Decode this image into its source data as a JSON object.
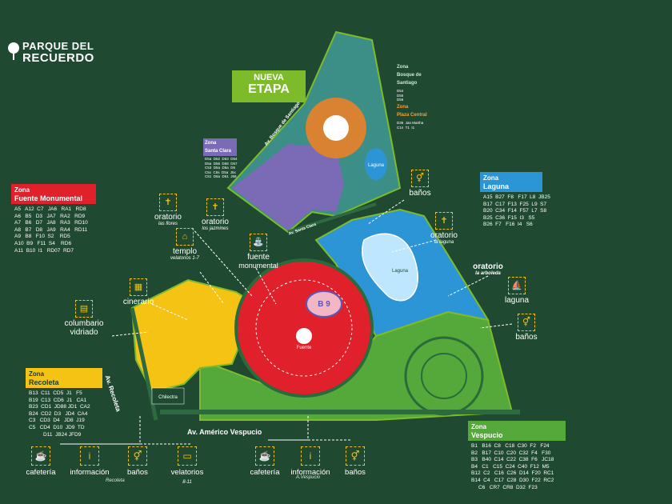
{
  "brand": {
    "line1": "PARQUE DEL",
    "line2": "RECUERDO"
  },
  "nueva_etapa": {
    "line1": "NUEVA",
    "line2": "ETAPA"
  },
  "colors": {
    "background": "#1f4a31",
    "fuente": "#e0202a",
    "recoleta": "#f5c313",
    "laguna": "#2c95d6",
    "vespucio": "#55a83a",
    "bosque": "#3c8f86",
    "central": "#d98231",
    "clara": "#7b6ab6"
  },
  "zones": {
    "fuente": {
      "title_prefix": "Zona",
      "title": "Fuente Monumental",
      "list": "A5   A12  C7   JA6   RA1   RD8\nA6   B5   D3   JA7   RA2   RD9\nA7   B6   D7   JA8   RA3   RD10\nA8   B7   D8   JA9   RA4   RD11\nA9   B8   F10  S2    RD5\nA10  B9   F11  S4    RD6\nA11  B10  I1   RD07  RD7"
    },
    "recoleta": {
      "title_prefix": "Zona",
      "title": "Recoleta",
      "list": "B13  C11  CD5  J1   F5\nB19  C13  CD6  J1   CA1\nB23  CD1  JD88 JD1  CA2\nB24  CD2  D3   JD4  CA4\nC3   CD3  D4   JD8  J19\nC5   CD4  D10  JD9  TD\n          D11  JB24 JFD9"
    },
    "laguna": {
      "title_prefix": "Zona",
      "title": "Laguna",
      "list": "A15  B27  F8   F17  L8  JB25\nB17  C17  F13  F25  L9  S7\nB20  C34  F14  F57  L7  S8\nB25  C36  F15  I3   S5\nB26  F7   F16  I4   S6"
    },
    "vespucio": {
      "title_prefix": "Zona",
      "title": "Vespucio",
      "list": "B1   B16  C8   C18  C30  F2   F24\nB2   B17  C10  C20  C32  F4   F30\nB3   B40  C14  C22  C38  F6   JC18\nB4   C1   C15  C24  C40  F12  M5\nB12  C2   C16  C26  D14  F20  RC1\nB14  C4   C17  C28  D30  F22  RC2\n     C6   CR7  CR8  D32  F23"
    },
    "bosque": {
      "title_prefix": "Zona",
      "title": "Bosque de Santiago",
      "list": "D54\nD55\nD56"
    },
    "central": {
      "title_prefix": "Zona",
      "title": "Plaza Central",
      "list": "D36  Jan Martha\nC1n  T1  I1"
    },
    "clara": {
      "title_prefix": "Zona",
      "title": "Santa Clara",
      "list": "D5a  D52  D53  D54\nD5a  D56  D58  D57\nC53  D5a  D5a  D5\nC5x  C5s  D5a  J5x\nC51  D5a  D51  J58"
    }
  },
  "pois": {
    "banos_top": "baños",
    "oratorio_laguna": "oratorio",
    "oratorio_laguna_sub": "la laguna",
    "oratorio_arboleda": "oratorio",
    "oratorio_arboleda_sub": "la arboleda",
    "laguna": "laguna",
    "banos_right": "baños",
    "oratorio_flores": "oratorio",
    "oratorio_flores_sub": "las flores",
    "oratorio_jazmines": "oratorio",
    "oratorio_jazmines_sub": "los jazmines",
    "templo": "templo",
    "templo_sub": "velatorios 1-7",
    "fuente": "fuente",
    "fuente_sub": "monumental",
    "cinerario": "cinerario",
    "columbario": "columbario",
    "columbario_sub": "vidriado"
  },
  "streets": {
    "vespucio": "Av. Américo Vespucio",
    "recoleta": "Av. Recoleta",
    "santiago": "Av. Bosque de Santiago",
    "santa_clara": "Av. Santa Clara"
  },
  "services": {
    "recoleta": {
      "cafeteria": "cafetería",
      "informacion": "información",
      "banos": "baños",
      "velatorios": "velatorios",
      "velatorios_sub": "8-11",
      "note": "Recoleta"
    },
    "vespucio": {
      "cafeteria": "cafetería",
      "informacion": "información",
      "banos": "baños",
      "note": "A.Vespucio"
    }
  },
  "map_labels": {
    "b9": "B 9",
    "chilectra": "Chilectra",
    "laguna": "Laguna",
    "lagunita": "Laguna",
    "fuente_plaza": "Fuente"
  },
  "icons": [
    "tree-logo-icon",
    "restroom-icon",
    "cross-icon",
    "fountain-icon",
    "temple-icon",
    "cinerary-icon",
    "columbarium-icon",
    "boat-icon",
    "cafe-icon",
    "info-icon",
    "hearse-icon"
  ]
}
